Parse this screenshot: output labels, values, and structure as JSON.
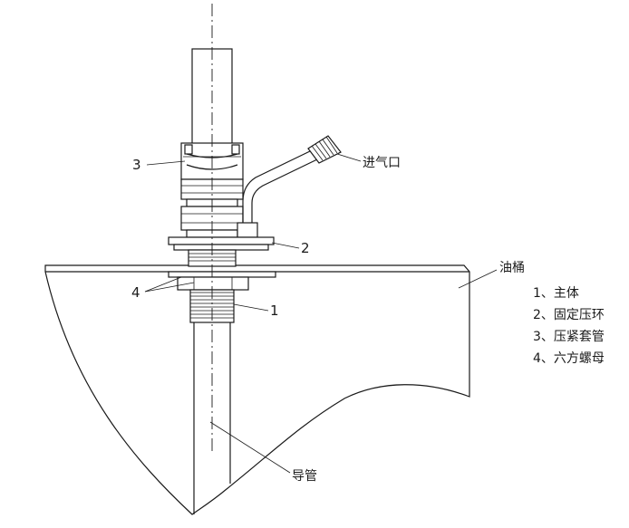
{
  "callouts": {
    "part3": "3",
    "part2": "2",
    "part4": "4",
    "part1": "1",
    "air_inlet": "进气口",
    "oil_drum": "油桶",
    "guide_tube": "导管"
  },
  "legend": [
    {
      "index": "1、",
      "text": "主体"
    },
    {
      "index": "2、",
      "text": "固定压环"
    },
    {
      "index": "3、",
      "text": "压紧套管"
    },
    {
      "index": "4、",
      "text": "六方螺母"
    }
  ]
}
